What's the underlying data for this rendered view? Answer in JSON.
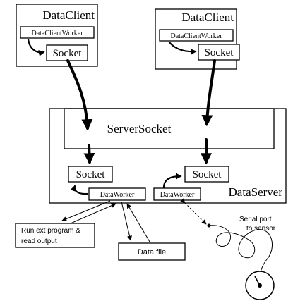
{
  "client_left": {
    "title": "DataClient",
    "worker": "DataClientWorker",
    "socket": "Socket"
  },
  "client_right": {
    "title": "DataClient",
    "worker": "DataClientWorker",
    "socket": "Socket"
  },
  "server": {
    "title": "DataServer",
    "server_socket": "ServerSocket",
    "socket_left": "Socket",
    "socket_right": "Socket",
    "worker_left": "DataWorker",
    "worker_right": "DataWorker"
  },
  "external": {
    "program": "Run ext program & read output",
    "program_line1": "Run ext program &",
    "program_line2": "read output",
    "data_file": "Data file",
    "serial_port": "Serial port to sensor",
    "serial_line1": "Serial port",
    "serial_line2": "to sensor"
  }
}
